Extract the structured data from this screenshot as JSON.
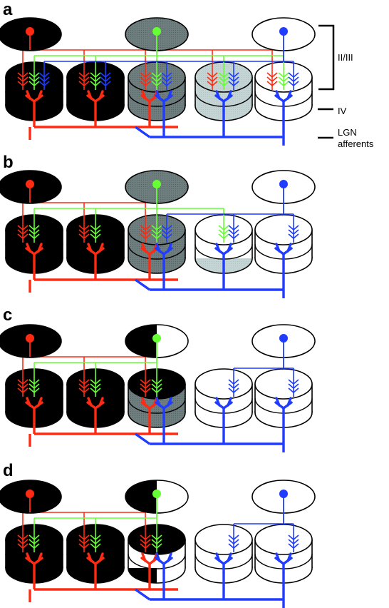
{
  "colors": {
    "red": "#ff2a12",
    "green": "#66ff33",
    "blue": "#1f3cff",
    "black": "#000000",
    "dark_gray": "#6e7d7d",
    "light_gray": "#c4d4d4",
    "white": "#ffffff"
  },
  "labels": {
    "layer_2_3": "II/III",
    "layer_4": "IV",
    "lgn_line1": "LGN",
    "lgn_line2": "afferents"
  },
  "panels": [
    {
      "id": "a",
      "label": "a",
      "somas": [
        {
          "fill": "black",
          "cell": "red"
        },
        {
          "fill": "dark_gray",
          "cell": "green"
        },
        {
          "fill": "white",
          "cell": "blue"
        }
      ],
      "columns": [
        {
          "top": "black",
          "bottom": "black",
          "upper": [
            "red",
            "green",
            "blue"
          ],
          "layer4": "red"
        },
        {
          "top": "black",
          "bottom": "black",
          "upper": [
            "red",
            "green",
            "blue"
          ],
          "layer4": "red"
        },
        {
          "top": "dark_gray",
          "bottom": "dark_gray",
          "upper": [
            "red",
            "green",
            "blue"
          ],
          "layer4": "mixed"
        },
        {
          "top": "light_gray",
          "bottom": "light_gray",
          "upper": [
            "red",
            "green",
            "blue"
          ],
          "layer4": "blue"
        },
        {
          "top": "white",
          "bottom": "white",
          "upper": [
            "red",
            "green",
            "blue"
          ],
          "layer4": "blue"
        }
      ]
    },
    {
      "id": "b",
      "label": "b",
      "somas": [
        {
          "fill": "black",
          "cell": "red"
        },
        {
          "fill": "dark_gray",
          "cell": "green"
        },
        {
          "fill": "white",
          "cell": "blue"
        }
      ],
      "columns": [
        {
          "top": "black",
          "bottom": "black",
          "upper": [
            "red",
            "green"
          ],
          "layer4": "red"
        },
        {
          "top": "black",
          "bottom": "black",
          "upper": [
            "red",
            "green"
          ],
          "layer4": "red"
        },
        {
          "top": "dark_gray",
          "bottom": "dark_gray",
          "upper": [
            "red",
            "green",
            "blue"
          ],
          "layer4": "mixed"
        },
        {
          "top": "white",
          "bottom": "light_gray",
          "upper": [
            "green",
            "blue"
          ],
          "layer4": "blue"
        },
        {
          "top": "white",
          "bottom": "white",
          "upper": [
            "blue"
          ],
          "layer4": "blue"
        }
      ]
    },
    {
      "id": "c",
      "label": "c",
      "somas": [
        {
          "fill": "black",
          "cell": "red"
        },
        {
          "fill": "split",
          "cell": "green"
        },
        {
          "fill": "white",
          "cell": "blue"
        }
      ],
      "columns": [
        {
          "top": "black",
          "bottom": "black",
          "upper": [
            "red",
            "green"
          ],
          "layer4": "red"
        },
        {
          "top": "black",
          "bottom": "black",
          "upper": [
            "red",
            "green"
          ],
          "layer4": "red"
        },
        {
          "top": "black",
          "bottom": "dark_gray",
          "upper": [
            "red",
            "green"
          ],
          "layer4": "mixed"
        },
        {
          "top": "white",
          "bottom": "white",
          "upper": [
            "blue"
          ],
          "layer4": "blue"
        },
        {
          "top": "white",
          "bottom": "white",
          "upper": [
            "blue"
          ],
          "layer4": "blue"
        }
      ]
    },
    {
      "id": "d",
      "label": "d",
      "somas": [
        {
          "fill": "black",
          "cell": "red"
        },
        {
          "fill": "split",
          "cell": "green"
        },
        {
          "fill": "white",
          "cell": "blue"
        }
      ],
      "columns": [
        {
          "top": "black",
          "bottom": "black",
          "upper": [
            "red",
            "green"
          ],
          "layer4": "red"
        },
        {
          "top": "black",
          "bottom": "black",
          "upper": [
            "red",
            "green"
          ],
          "layer4": "red"
        },
        {
          "top": "black",
          "bottom": "split",
          "upper": [
            "red",
            "green"
          ],
          "layer4": "mixed"
        },
        {
          "top": "white",
          "bottom": "white",
          "upper": [
            "blue"
          ],
          "layer4": "blue"
        },
        {
          "top": "white",
          "bottom": "white",
          "upper": [
            "blue"
          ],
          "layer4": "blue"
        }
      ]
    }
  ]
}
